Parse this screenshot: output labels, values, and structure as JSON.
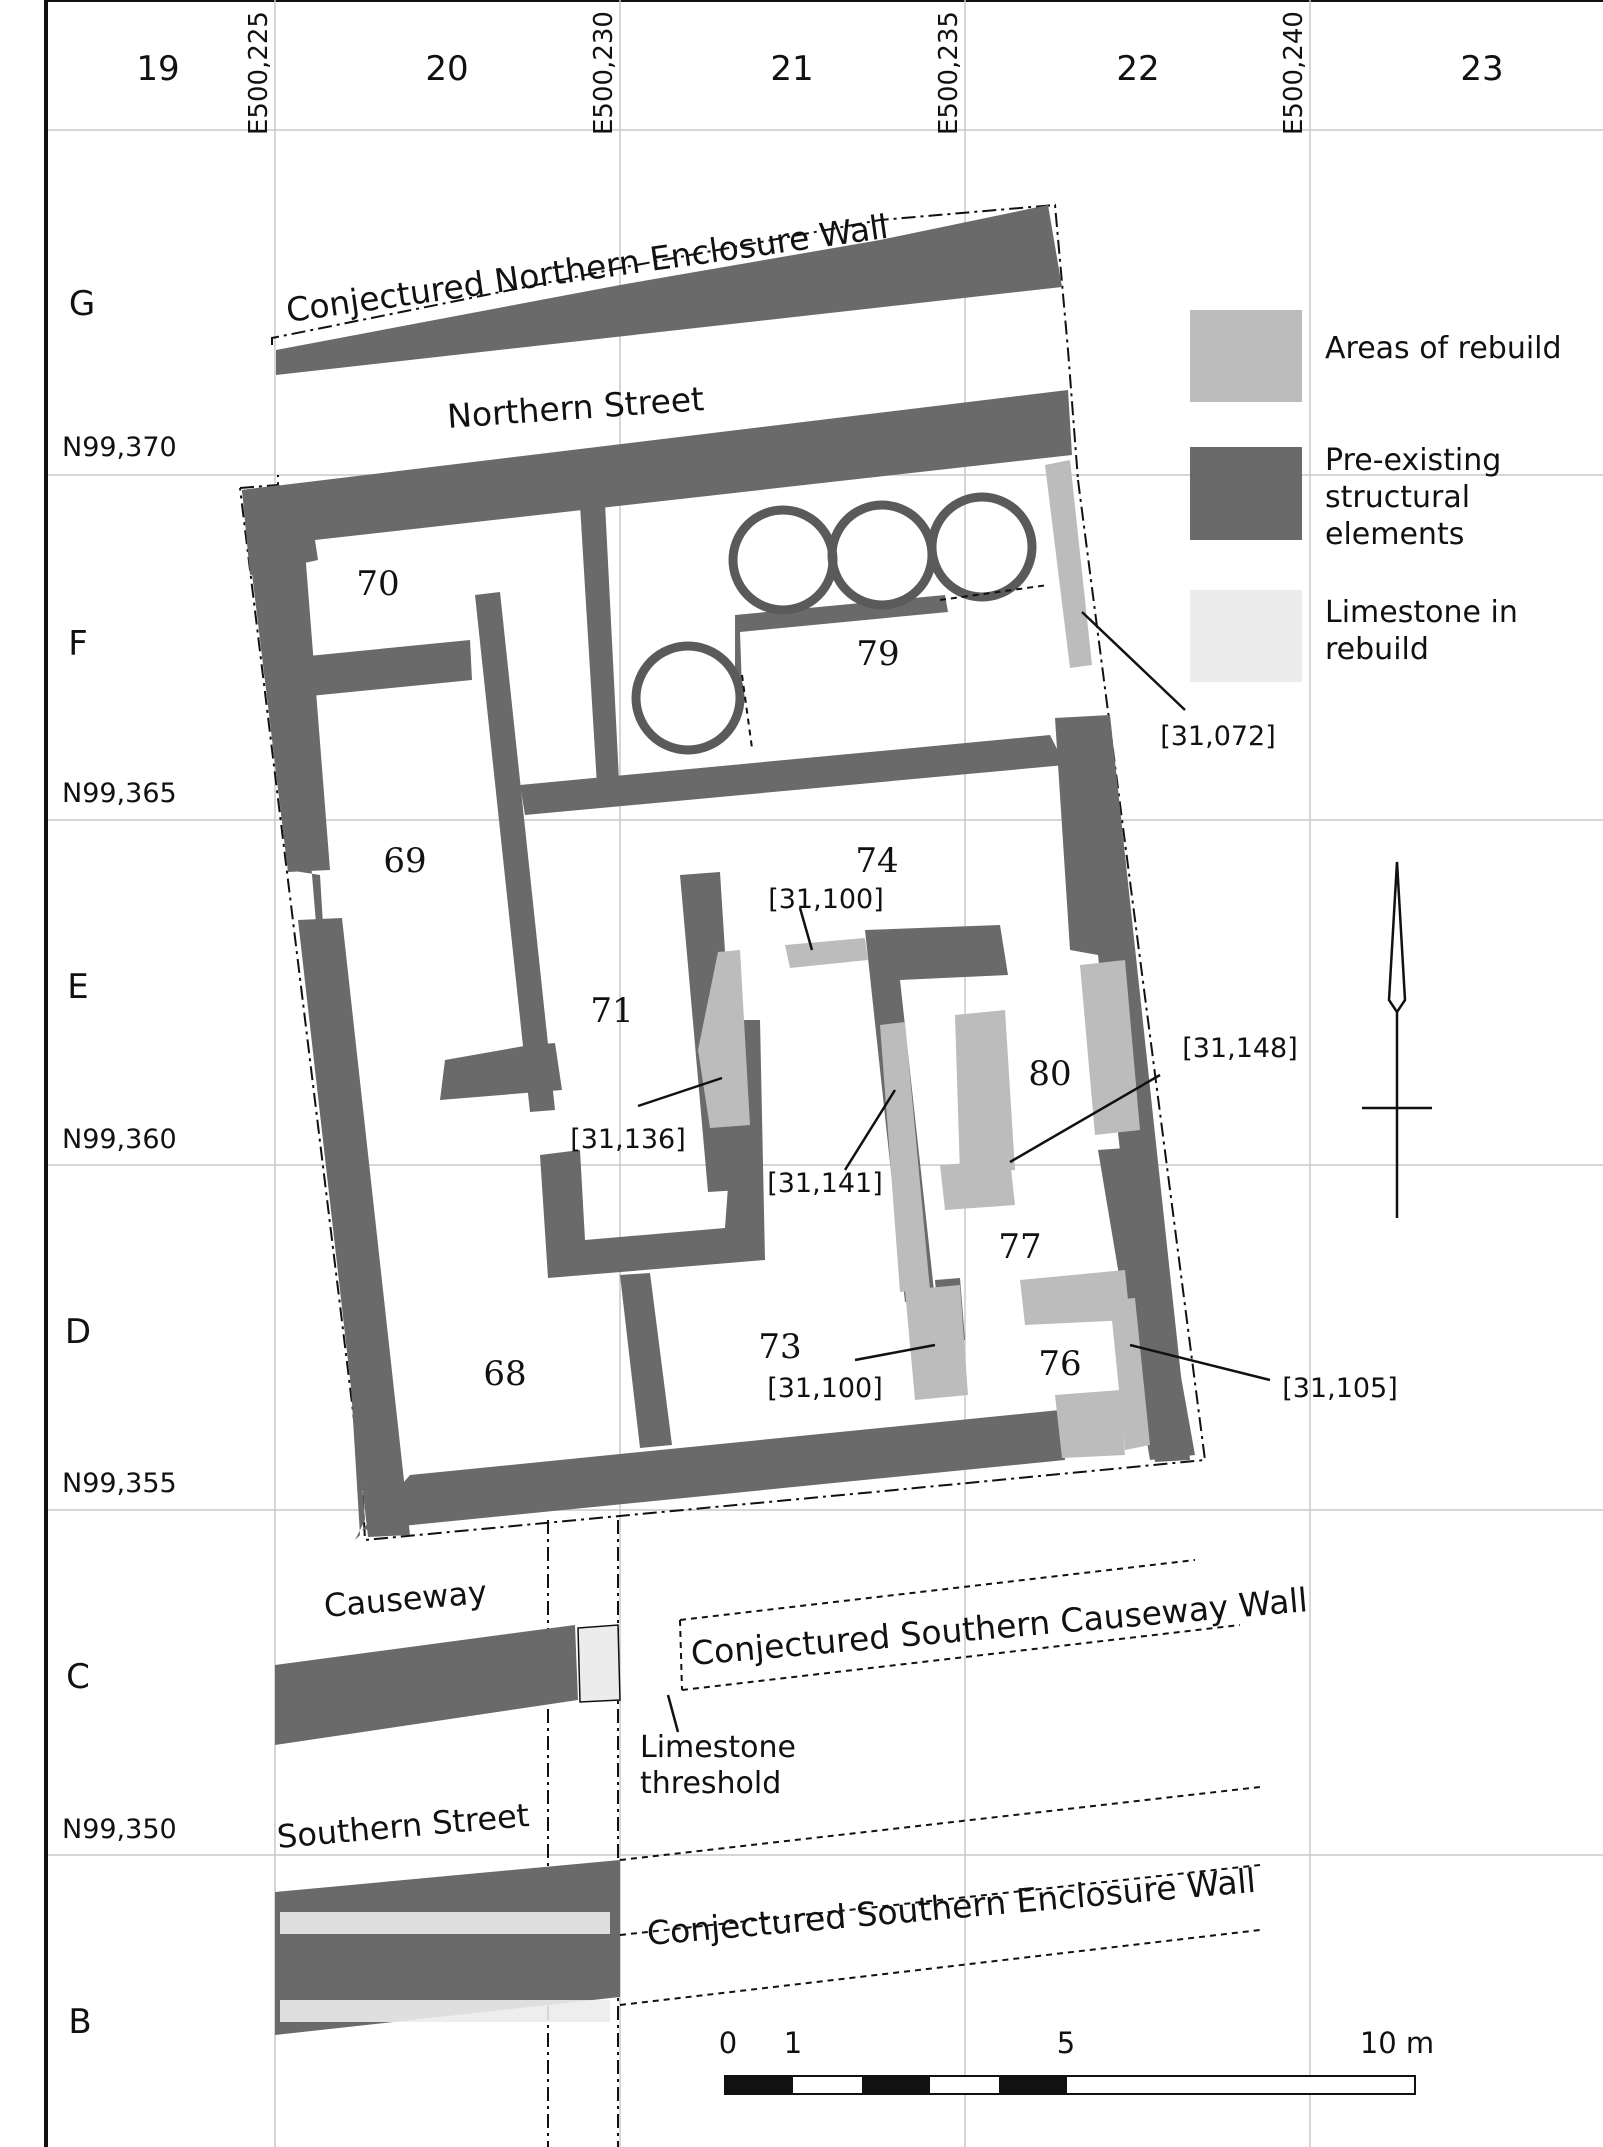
{
  "grid_columns": [
    "19",
    "20",
    "21",
    "22",
    "23"
  ],
  "grid_rows": [
    "G",
    "F",
    "E",
    "D",
    "C",
    "B"
  ],
  "eastings": [
    "E500,225",
    "E500,230",
    "E500,235",
    "E500,240"
  ],
  "northings": [
    "N99,370",
    "N99,365",
    "N99,360",
    "N99,355",
    "N99,350"
  ],
  "rooms": [
    "70",
    "79",
    "69",
    "74",
    "71",
    "80",
    "77",
    "73",
    "68",
    "76"
  ],
  "contexts": [
    "[31,072]",
    "[31,100]",
    "[31,148]",
    "[31,136]",
    "[31,141]",
    "[31,100]",
    "[31,105]"
  ],
  "features": {
    "north_wall": "Conjectured Northern Enclosure Wall",
    "north_street": "Northern Street",
    "causeway": "Causeway",
    "causeway_wall": "Conjectured Southern Causeway Wall",
    "threshold_1": "Limestone",
    "threshold_2": "threshold",
    "south_street": "Southern Street",
    "south_wall": "Conjectured Southern Enclosure Wall"
  },
  "legend": {
    "rebuild": "Areas of rebuild",
    "preexisting": [
      "Pre-existing",
      "structural",
      "elements"
    ],
    "limestone": [
      "Limestone in",
      "rebuild"
    ]
  },
  "scale": {
    "ticks": [
      "0",
      "1",
      "5",
      "10 m"
    ]
  },
  "colors": {
    "wall": "#6a6a6a",
    "rebuild": "#bcbcbc",
    "limestone": "#ececec",
    "grid": "#c9c9c9"
  }
}
